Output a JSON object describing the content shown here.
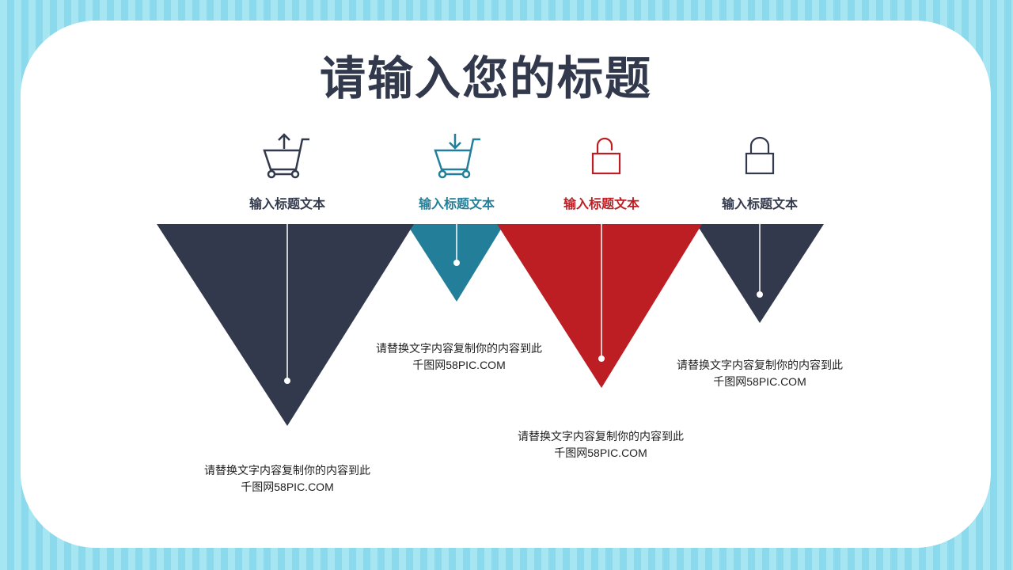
{
  "title": "请输入您的标题",
  "colors": {
    "navy": "#33394c",
    "teal": "#237f99",
    "red": "#bc1e24",
    "stripe_light": "#a6e6f2",
    "stripe_dark": "#8ad9ec"
  },
  "items": [
    {
      "icon": "cart-upload-icon",
      "label": "输入标题文本",
      "color": "#33394c",
      "desc_line1": "请替换文字内容复制你的内容到此",
      "desc_line2": "千图网58PIC.COM"
    },
    {
      "icon": "cart-download-icon",
      "label": "输入标题文本",
      "color": "#237f99",
      "desc_line1": "请替换文字内容复制你的内容到此",
      "desc_line2": "千图网58PIC.COM"
    },
    {
      "icon": "unlocked-padlock-icon",
      "label": "输入标题文本",
      "color": "#bc1e24",
      "desc_line1": "请替换文字内容复制你的内容到此",
      "desc_line2": "千图网58PIC.COM"
    },
    {
      "icon": "locked-padlock-icon",
      "label": "输入标题文本",
      "color": "#33394c",
      "desc_line1": "请替换文字内容复制你的内容到此",
      "desc_line2": "千图网58PIC.COM"
    }
  ]
}
